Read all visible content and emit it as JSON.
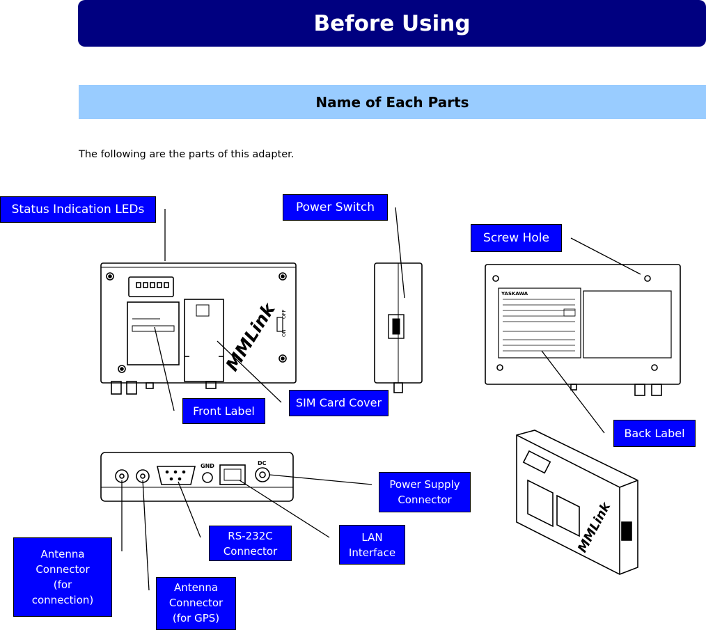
{
  "header": {
    "title": "Before Using"
  },
  "section": {
    "title": "Name of Each Parts"
  },
  "intro": "The following are the parts of this adapter.",
  "labels": {
    "status_leds": "Status Indication LEDs",
    "power_switch": "Power Switch",
    "screw_hole": "Screw Hole",
    "front_label": "Front Label",
    "sim_cover": "SIM Card Cover",
    "back_label": "Back Label",
    "power_supply": "Power Supply\nConnector",
    "rs232c": "RS-232C\nConnector",
    "lan": "LAN\nInterface",
    "antenna_conn": "Antenna\nConnector\n(for\nconnection)",
    "antenna_gps": "Antenna\nConnector\n(for GPS)"
  },
  "device": {
    "brand": "MMLink",
    "switch_on": "ON",
    "switch_off": "OFF",
    "gnd": "GND",
    "dc": "DC",
    "back_maker": "YASKAWA"
  },
  "colors": {
    "banner": "#000080",
    "subbar": "#99ccff",
    "label_bg": "#0000ff"
  }
}
